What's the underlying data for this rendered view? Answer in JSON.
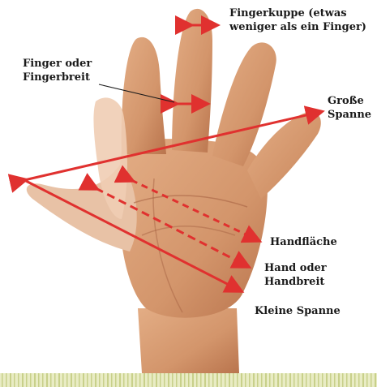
{
  "labels": {
    "fingerkuppe_line1": "Fingerkuppe (etwas",
    "fingerkuppe_line2": "weniger als ein Finger)",
    "finger_line1": "Finger oder",
    "finger_line2": "Fingerbreit",
    "grosse_line1": "Große",
    "grosse_line2": "Spanne",
    "handflaeche": "Handfläche",
    "hand_line1": "Hand oder",
    "hand_line2": "Handbreit",
    "kleine_spanne": "Kleine Spanne"
  },
  "colors": {
    "arrow": "#e0312f",
    "skin": "#d79a72",
    "skin_shadow": "#b9744d",
    "thumb": "#f0cdb4",
    "stripe": "#c8d08a",
    "text": "#1a1a1a"
  }
}
